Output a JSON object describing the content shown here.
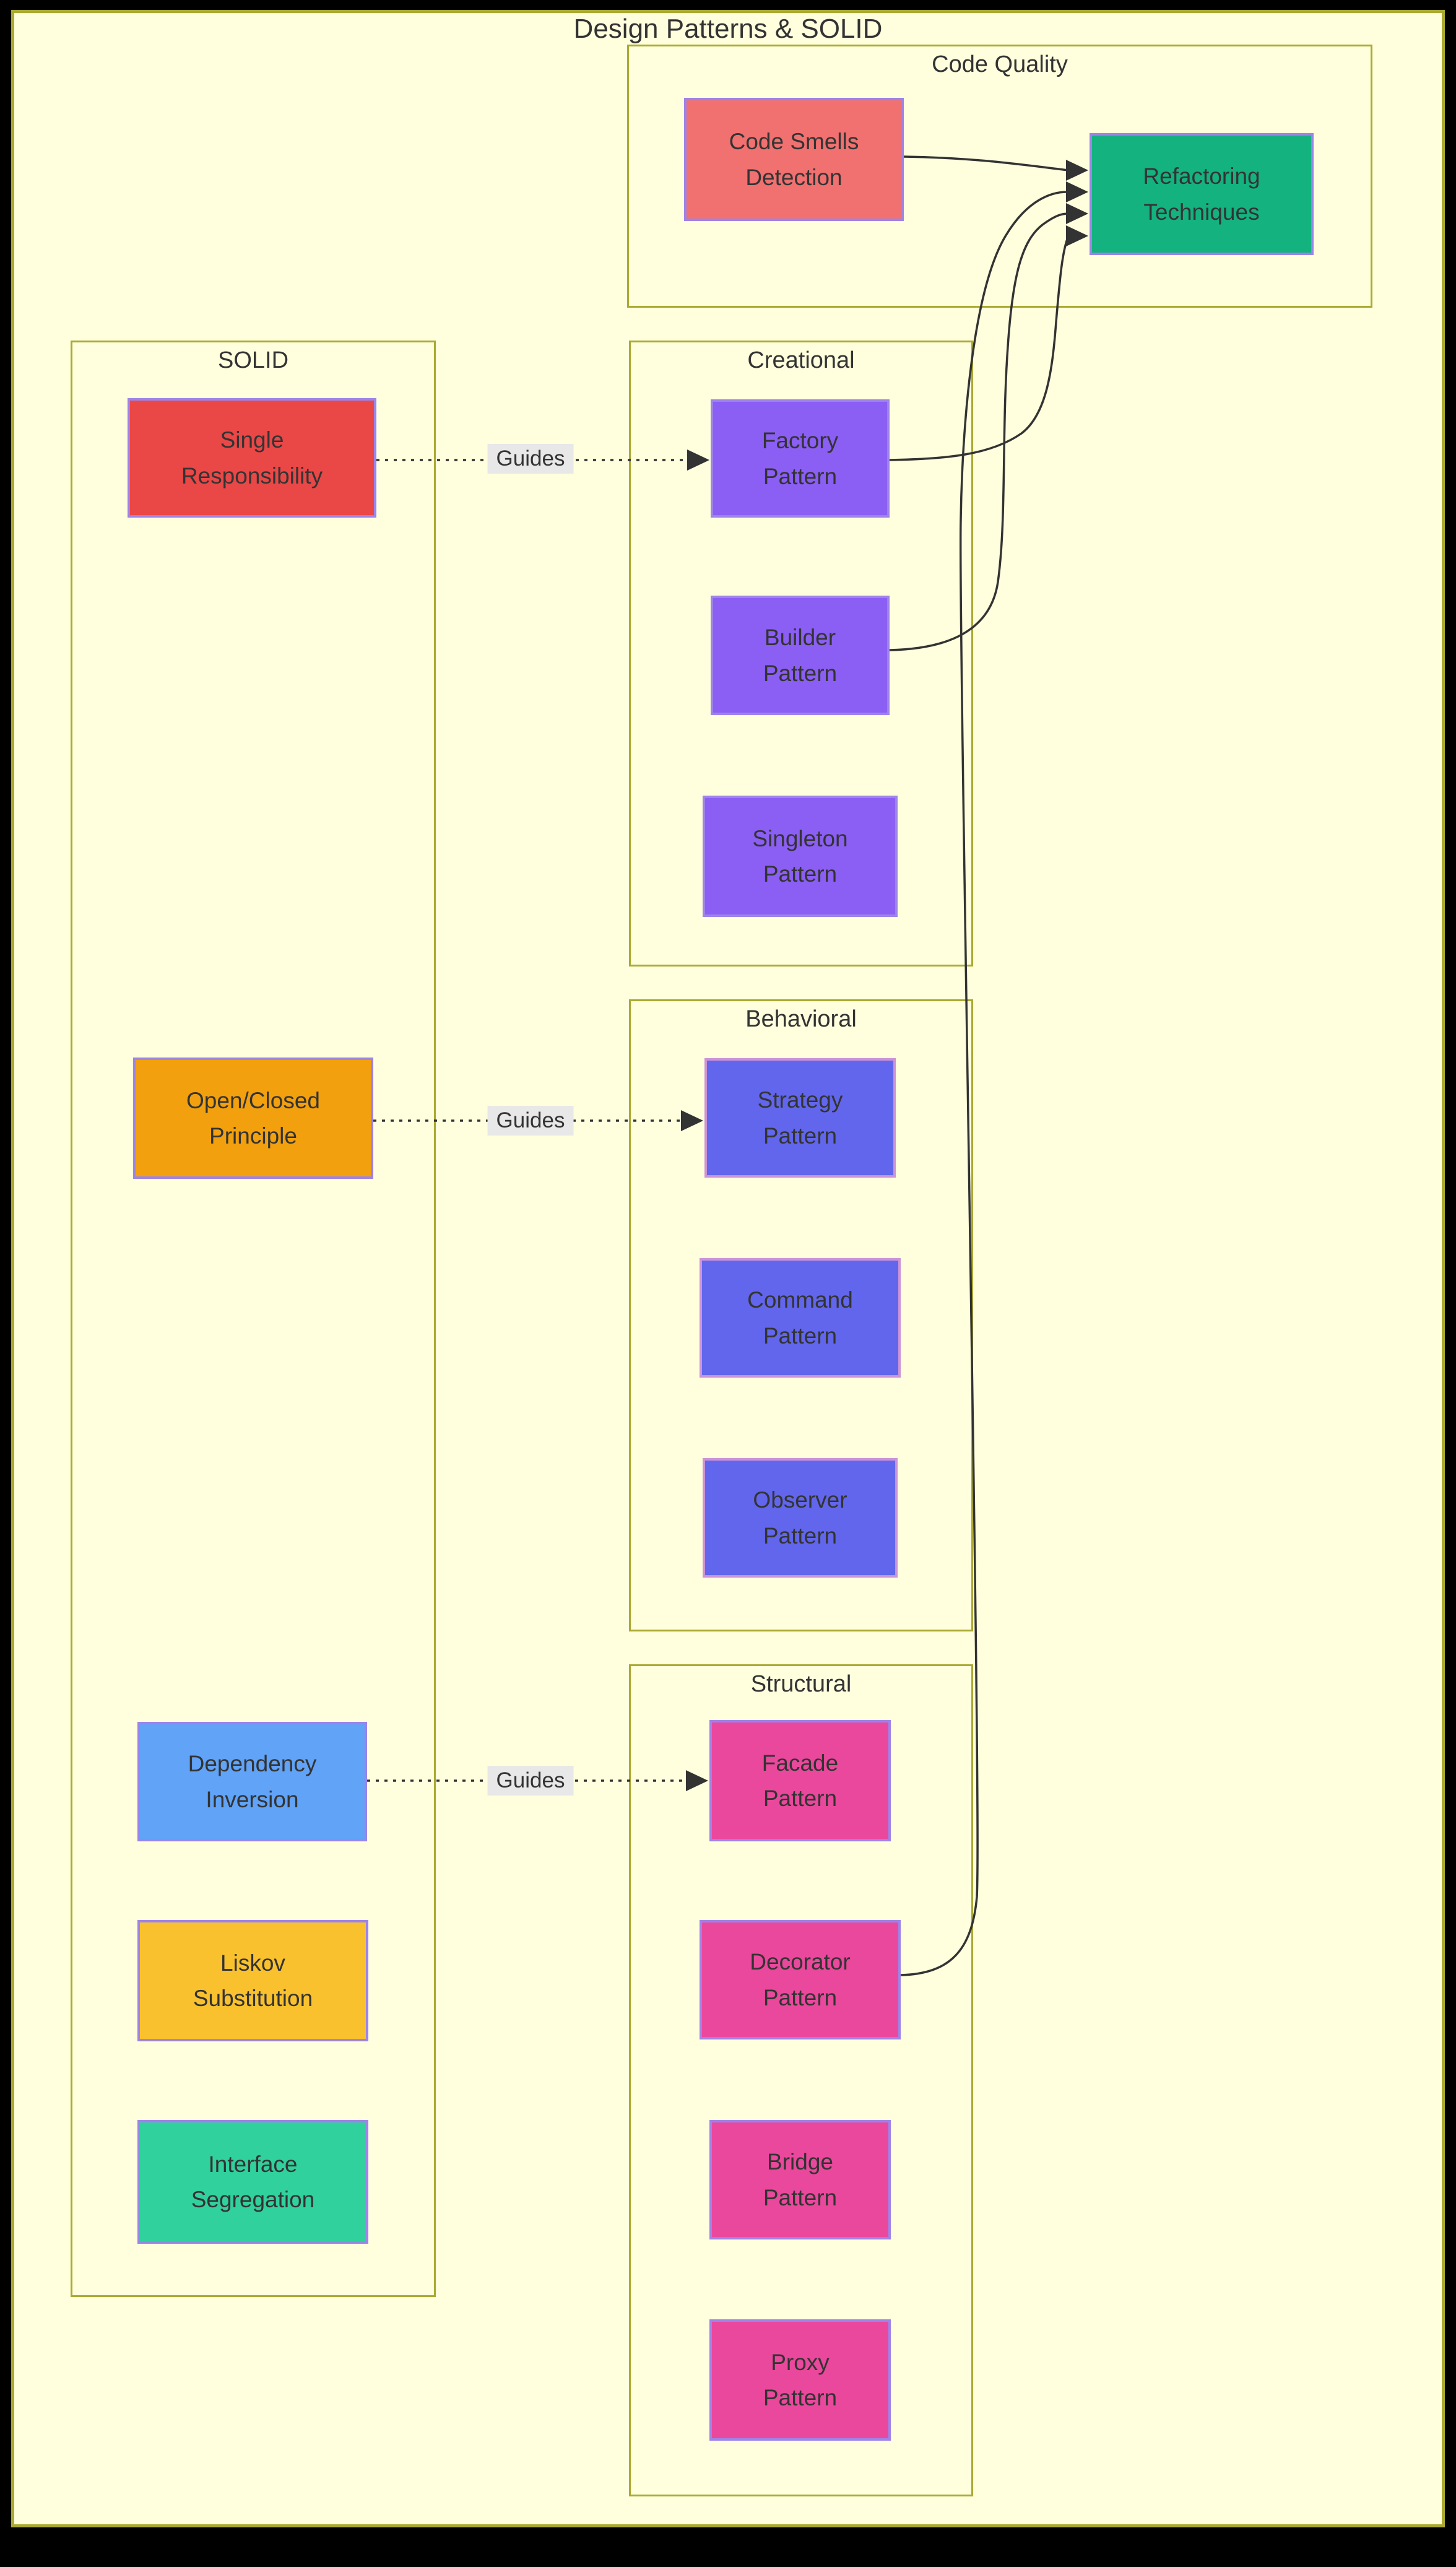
{
  "diagram": {
    "title": "Design Patterns & SOLID",
    "colors": {
      "page_frame": "#000000",
      "canvas": "#ffffde",
      "cluster_border": "#aaaa33",
      "node_border": "#9d84e8",
      "node_border_alt": "#cc93d6",
      "edge": "#333333",
      "edge_label_bg": "#e8e8e8",
      "text": "#333333"
    },
    "subgraphs": [
      {
        "id": "code-quality",
        "label": "Code Quality"
      },
      {
        "id": "solid",
        "label": "SOLID"
      },
      {
        "id": "creational",
        "label": "Creational"
      },
      {
        "id": "behavioral",
        "label": "Behavioral"
      },
      {
        "id": "structural",
        "label": "Structural"
      }
    ],
    "nodes": [
      {
        "id": "code-smells",
        "group": "code-quality",
        "label": "Code Smells\nDetection",
        "fill": "#f17070"
      },
      {
        "id": "refactoring",
        "group": "code-quality",
        "label": "Refactoring\nTechniques",
        "fill": "#13b27f"
      },
      {
        "id": "single-responsibility",
        "group": "solid",
        "label": "Single\nResponsibility",
        "fill": "#ea4747"
      },
      {
        "id": "open-closed",
        "group": "solid",
        "label": "Open/Closed\nPrinciple",
        "fill": "#f2a00d"
      },
      {
        "id": "dependency-inversion",
        "group": "solid",
        "label": "Dependency\nInversion",
        "fill": "#60a3f7"
      },
      {
        "id": "liskov",
        "group": "solid",
        "label": "Liskov\nSubstitution",
        "fill": "#f9c12e"
      },
      {
        "id": "interface-segregation",
        "group": "solid",
        "label": "Interface\nSegregation",
        "fill": "#30d19c"
      },
      {
        "id": "factory",
        "group": "creational",
        "label": "Factory\nPattern",
        "fill": "#8b5ef4"
      },
      {
        "id": "builder",
        "group": "creational",
        "label": "Builder\nPattern",
        "fill": "#8b5ef4"
      },
      {
        "id": "singleton",
        "group": "creational",
        "label": "Singleton\nPattern",
        "fill": "#8b5ef4"
      },
      {
        "id": "strategy",
        "group": "behavioral",
        "label": "Strategy\nPattern",
        "fill": "#6166ec"
      },
      {
        "id": "command",
        "group": "behavioral",
        "label": "Command\nPattern",
        "fill": "#6166ec"
      },
      {
        "id": "observer",
        "group": "behavioral",
        "label": "Observer\nPattern",
        "fill": "#6166ec"
      },
      {
        "id": "facade",
        "group": "structural",
        "label": "Facade\nPattern",
        "fill": "#ea489c"
      },
      {
        "id": "decorator",
        "group": "structural",
        "label": "Decorator\nPattern",
        "fill": "#ea489c"
      },
      {
        "id": "bridge",
        "group": "structural",
        "label": "Bridge\nPattern",
        "fill": "#ea489c"
      },
      {
        "id": "proxy",
        "group": "structural",
        "label": "Proxy\nPattern",
        "fill": "#ea489c"
      }
    ],
    "edges": [
      {
        "from": "Code Smells Detection",
        "to": "Refactoring Techniques",
        "type": "solid",
        "label": ""
      },
      {
        "from": "Factory Pattern",
        "to": "Refactoring Techniques",
        "type": "solid",
        "label": ""
      },
      {
        "from": "Builder Pattern",
        "to": "Refactoring Techniques",
        "type": "solid",
        "label": ""
      },
      {
        "from": "Decorator Pattern",
        "to": "Refactoring Techniques",
        "type": "solid",
        "label": ""
      },
      {
        "from": "Single Responsibility",
        "to": "Factory Pattern",
        "type": "dotted",
        "label": "Guides"
      },
      {
        "from": "Open/Closed Principle",
        "to": "Strategy Pattern",
        "type": "dotted",
        "label": "Guides"
      },
      {
        "from": "Dependency Inversion",
        "to": "Facade Pattern",
        "type": "dotted",
        "label": "Guides"
      }
    ]
  }
}
